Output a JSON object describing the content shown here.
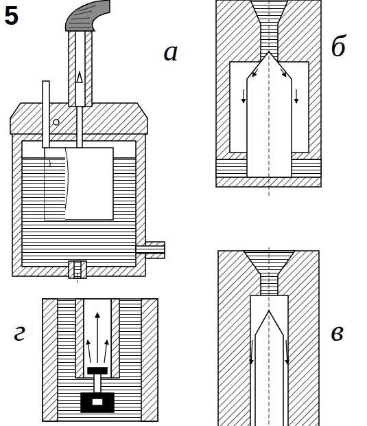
{
  "diagram": {
    "labels": [
      "5",
      "а",
      "б",
      "в",
      "г"
    ]
  }
}
